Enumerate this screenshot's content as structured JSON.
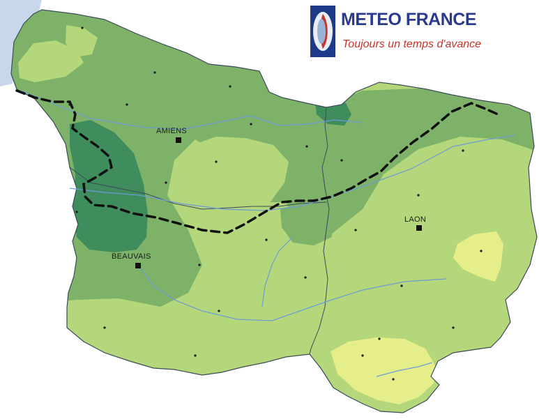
{
  "logo": {
    "title": "METEO FRANCE",
    "subtitle": "Toujours un temps d'avance",
    "title_color": "#2a3a8f",
    "subtitle_color": "#c8322a"
  },
  "cities": [
    {
      "name": "AMIENS"
    },
    {
      "name": "BEAUVAIS"
    },
    {
      "name": "LAON"
    }
  ],
  "colors": {
    "sea": "#c8d8ea",
    "zone_lightest": "#e6ee8a",
    "zone_light": "#b3d77a",
    "zone_medium": "#7eb268",
    "zone_dark": "#3f8d5c",
    "border": "#3b4a5a",
    "river": "#6d9bd6",
    "dashed_line": "#111111"
  }
}
